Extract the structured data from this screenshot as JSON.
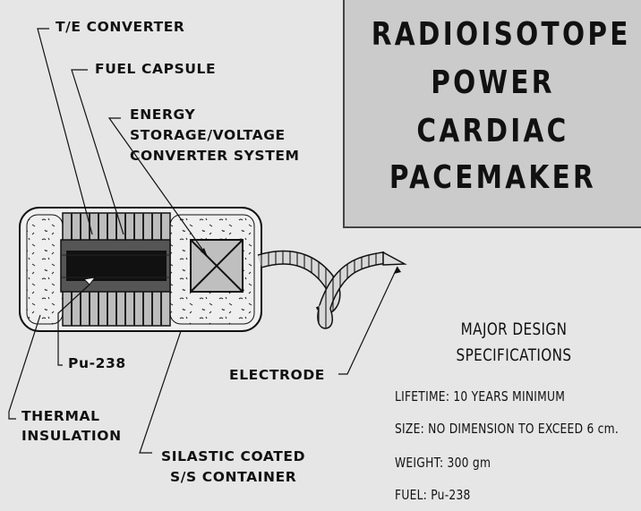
{
  "title": {
    "lines": [
      "RADIOISOTOPE",
      "POWER",
      "CARDIAC",
      "PACEMAKER"
    ]
  },
  "labels": {
    "te_converter": "T/E CONVERTER",
    "fuel_capsule": "FUEL CAPSULE",
    "energy_storage": [
      "ENERGY",
      "STORAGE/VOLTAGE",
      "CONVERTER SYSTEM"
    ],
    "pu238": "Pu-238",
    "thermal_insulation": [
      "THERMAL",
      "INSULATION"
    ],
    "electrode": "ELECTRODE",
    "container": [
      "SILASTIC COATED",
      "S/S CONTAINER"
    ]
  },
  "specifications": {
    "heading": [
      "MAJOR DESIGN",
      "SPECIFICATIONS"
    ],
    "items": [
      "LIFETIME: 10 YEARS MINIMUM",
      "SIZE: NO DIMENSION TO EXCEED 6 cm.",
      "WEIGHT: 300 gm",
      "FUEL: Pu-238"
    ]
  },
  "colors": {
    "background": "#e6e6e6",
    "title_box": "#cbcbcb",
    "ink": "#111111"
  }
}
